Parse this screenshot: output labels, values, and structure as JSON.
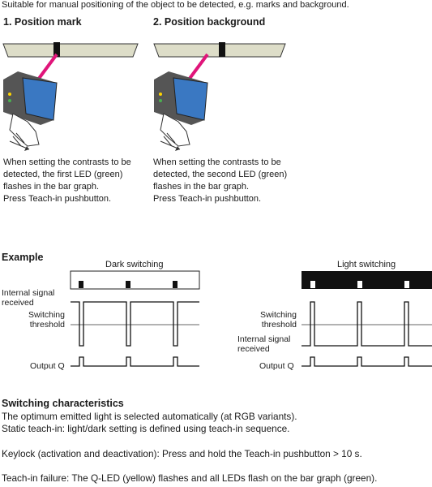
{
  "intro": "Suitable for manual positioning of the object to be detected, e.g. marks and background.",
  "panels": [
    {
      "heading": "1. Position mark",
      "description": [
        "When setting the contrasts to be",
        "detected, the first LED (green)",
        "flashes in the bar graph.",
        "Press Teach-in pushbutton."
      ]
    },
    {
      "heading": "2. Position background",
      "description": [
        "When setting the contrasts to be",
        "detected, the second LED (green)",
        "flashes in the bar graph.",
        "Press Teach-in pushbutton."
      ]
    }
  ],
  "example": {
    "heading": "Example",
    "dark": {
      "title": "Dark switching",
      "internal_signal": [
        "Internal signal",
        "received"
      ],
      "threshold": [
        "Switching",
        "threshold"
      ],
      "output": "Output Q"
    },
    "light": {
      "title": "Light switching",
      "internal_signal": [
        "Internal signal",
        "received"
      ],
      "threshold": [
        "Switching",
        "threshold"
      ],
      "output": "Output Q"
    }
  },
  "characteristics": {
    "heading": "Switching characteristics",
    "lines": [
      "The optimum emitted light is selected automatically (at RGB variants).",
      "Static teach-in: light/dark setting is defined using teach-in sequence."
    ],
    "keylock": "Keylock (activation and deactivation): Press and hold the Teach-in pushbutton > 10 s.",
    "failure": "Teach-in failure: The Q-LED (yellow) flashes and all LEDs flash on the bar graph (green)."
  },
  "colors": {
    "sensor_body": "#3a78c2",
    "beam": "#e0157a",
    "bar": "#ddddc8",
    "text": "#1a1a1a"
  }
}
